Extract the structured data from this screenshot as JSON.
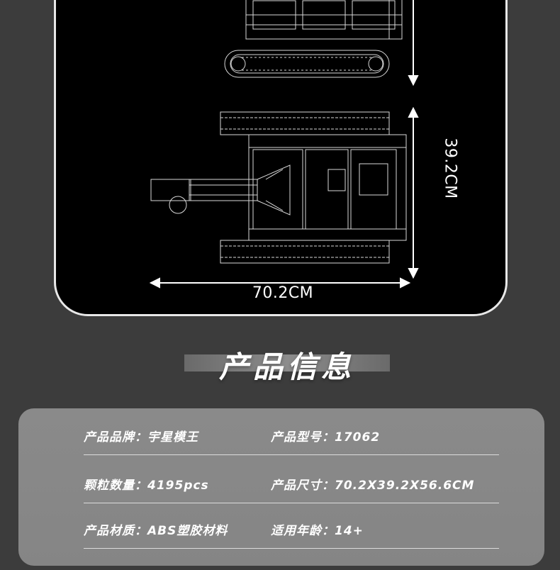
{
  "dimensions": {
    "width_label": "70.2CM",
    "depth_label": "39.2CM",
    "height_label_partial": "M"
  },
  "section": {
    "title": "产品信息"
  },
  "product_info": [
    {
      "left": {
        "key": "产品品牌：",
        "value": "宇星模王"
      },
      "right": {
        "key": "产品型号：",
        "value": "17062"
      }
    },
    {
      "left": {
        "key": "颗粒数量：",
        "value": "4195pcs"
      },
      "right": {
        "key": "产品尺寸：",
        "value": "70.2X39.2X56.6CM"
      }
    },
    {
      "left": {
        "key": "产品材质：",
        "value": "ABS塑胶材料"
      },
      "right": {
        "key": "适用年龄：",
        "value": "14+"
      }
    }
  ],
  "colors": {
    "page_bg": "#3c3c3c",
    "panel_bg": "#000000",
    "panel_border": "#e8e8e8",
    "card_bg": "#888888",
    "text": "#ffffff"
  }
}
